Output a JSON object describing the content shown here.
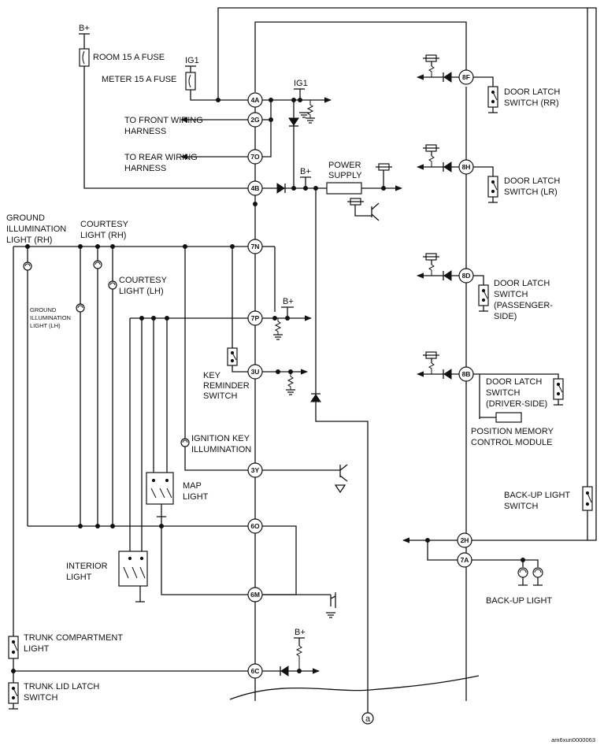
{
  "diagram": {
    "labels": {
      "b_plus": "B+",
      "ig1": "IG1",
      "room_fuse": "ROOM 15 A FUSE",
      "meter_fuse": "METER 15 A FUSE",
      "front_harness": [
        "TO FRONT WIRING",
        "HARNESS"
      ],
      "rear_harness": [
        "TO REAR WIRING",
        "HARNESS"
      ],
      "power_supply": [
        "POWER",
        "SUPPLY"
      ],
      "ground_illum_rh": [
        "GROUND",
        "ILLUMINATION",
        "LIGHT (RH)"
      ],
      "courtesy_rh": [
        "COURTESY",
        "LIGHT (RH)"
      ],
      "courtesy_lh": [
        "COURTESY",
        "LIGHT (LH)"
      ],
      "ground_illum_lh": [
        "GROUND",
        "ILLUMINATION",
        "LIGHT (LH)"
      ],
      "key_reminder": [
        "KEY",
        "REMINDER",
        "SWITCH"
      ],
      "ignition_key": [
        "IGNITION KEY",
        "ILLUMINATION"
      ],
      "map_light": [
        "MAP",
        "LIGHT"
      ],
      "interior_light": [
        "INTERIOR",
        "LIGHT"
      ],
      "trunk_compartment": [
        "TRUNK COMPARTMENT",
        "LIGHT"
      ],
      "trunk_lid": [
        "TRUNK LID LATCH",
        "SWITCH"
      ],
      "door_latch_rr": [
        "DOOR LATCH",
        "SWITCH (RR)"
      ],
      "door_latch_lr": [
        "DOOR LATCH",
        "SWITCH (LR)"
      ],
      "door_latch_passenger": [
        "DOOR LATCH",
        "SWITCH",
        "(PASSENGER-",
        "SIDE)"
      ],
      "door_latch_driver": [
        "DOOR LATCH",
        "SWITCH",
        "(DRIVER-SIDE)"
      ],
      "position_memory": [
        "POSITION MEMORY",
        "CONTROL MODULE"
      ],
      "backup_switch": [
        "BACK-UP LIGHT",
        "SWITCH"
      ],
      "backup_light": "BACK-UP LIGHT",
      "ref_a": "a",
      "figure_code": "am6xun0000063"
    },
    "connectors": {
      "4A": "4A",
      "2G": "2G",
      "7O": "7O",
      "4B": "4B",
      "7N": "7N",
      "7P": "7P",
      "3U": "3U",
      "3Y": "3Y",
      "6O": "6O",
      "6M": "6M",
      "6C": "6C",
      "8F": "8F",
      "8H": "8H",
      "8D": "8D",
      "8B": "8B",
      "2H": "2H",
      "7A": "7A"
    }
  }
}
